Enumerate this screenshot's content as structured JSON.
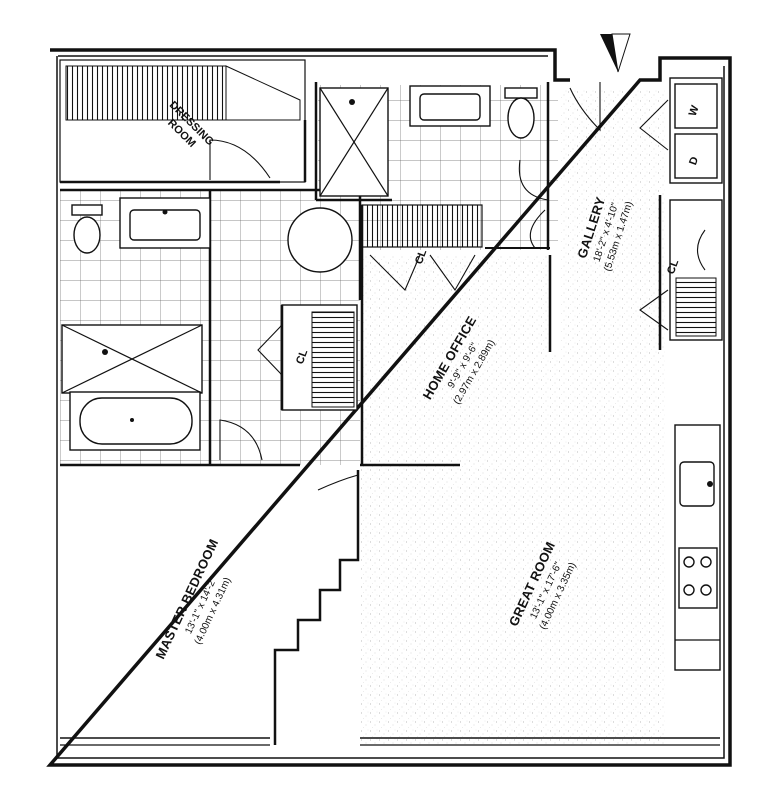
{
  "rooms": {
    "dressing": {
      "name_line1": "DRESSING",
      "name_line2": "ROOM"
    },
    "gallery": {
      "name": "GALLERY",
      "dim_imperial": "18'-2\" x 4'-10\"",
      "dim_metric": "(5.53m x 1.47m)"
    },
    "home_office": {
      "name": "HOME OFFICE",
      "dim_imperial": "9'-9\" x 9'-6\"",
      "dim_metric": "(2.97m x 2.89m)"
    },
    "great_room": {
      "name": "GREAT ROOM",
      "dim_imperial": "13'-1\" x 17'-6\"",
      "dim_metric": "(4.00m x 3.35m)"
    },
    "master_bedroom": {
      "name": "MASTER BEDROOM",
      "dim_imperial": "13'-1\" x 14'-2\"",
      "dim_metric": "(4.00m x 4.31m)"
    }
  },
  "closets": {
    "office": "CL",
    "bath": "CL",
    "gallery": "CL"
  },
  "laundry": {
    "washer": "W",
    "dryer": "D"
  },
  "icons": {
    "north": "north-arrow-icon"
  },
  "colors": {
    "line": "#111111",
    "speckle": "#9a9a9a",
    "background": "#ffffff"
  }
}
